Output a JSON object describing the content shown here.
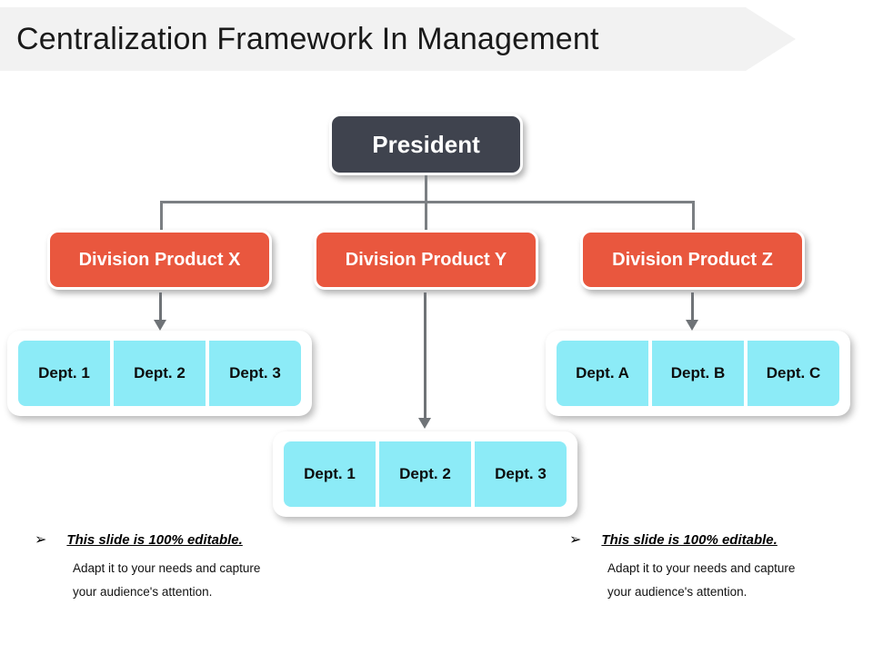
{
  "slide": {
    "title": "Centralization Framework In Management",
    "colors": {
      "banner_bg": "#f2f2f2",
      "president_bg": "#3f434e",
      "division_bg": "#e9573e",
      "dept_bg": "#8cebf7",
      "connector": "#7b7f83",
      "card_bg": "#ffffff"
    }
  },
  "org": {
    "root": {
      "label": "President"
    },
    "divisions": [
      {
        "label": "Division Product X"
      },
      {
        "label": "Division Product Y"
      },
      {
        "label": "Division Product Z"
      }
    ],
    "dept_groups": {
      "left": {
        "items": [
          "Dept. 1",
          "Dept. 2",
          "Dept. 3"
        ]
      },
      "right": {
        "items": [
          "Dept. A",
          "Dept. B",
          "Dept. C"
        ]
      },
      "center": {
        "items": [
          "Dept. 1",
          "Dept. 2",
          "Dept. 3"
        ]
      }
    }
  },
  "notes": {
    "bullet_glyph": "➢",
    "left": {
      "title": "This slide is 100% editable.",
      "line1": "Adapt it to your needs and capture",
      "line2": "your audience's attention."
    },
    "right": {
      "title": "This slide is 100% editable.",
      "line1": "Adapt it to your needs and capture",
      "line2": "your audience's attention."
    }
  }
}
